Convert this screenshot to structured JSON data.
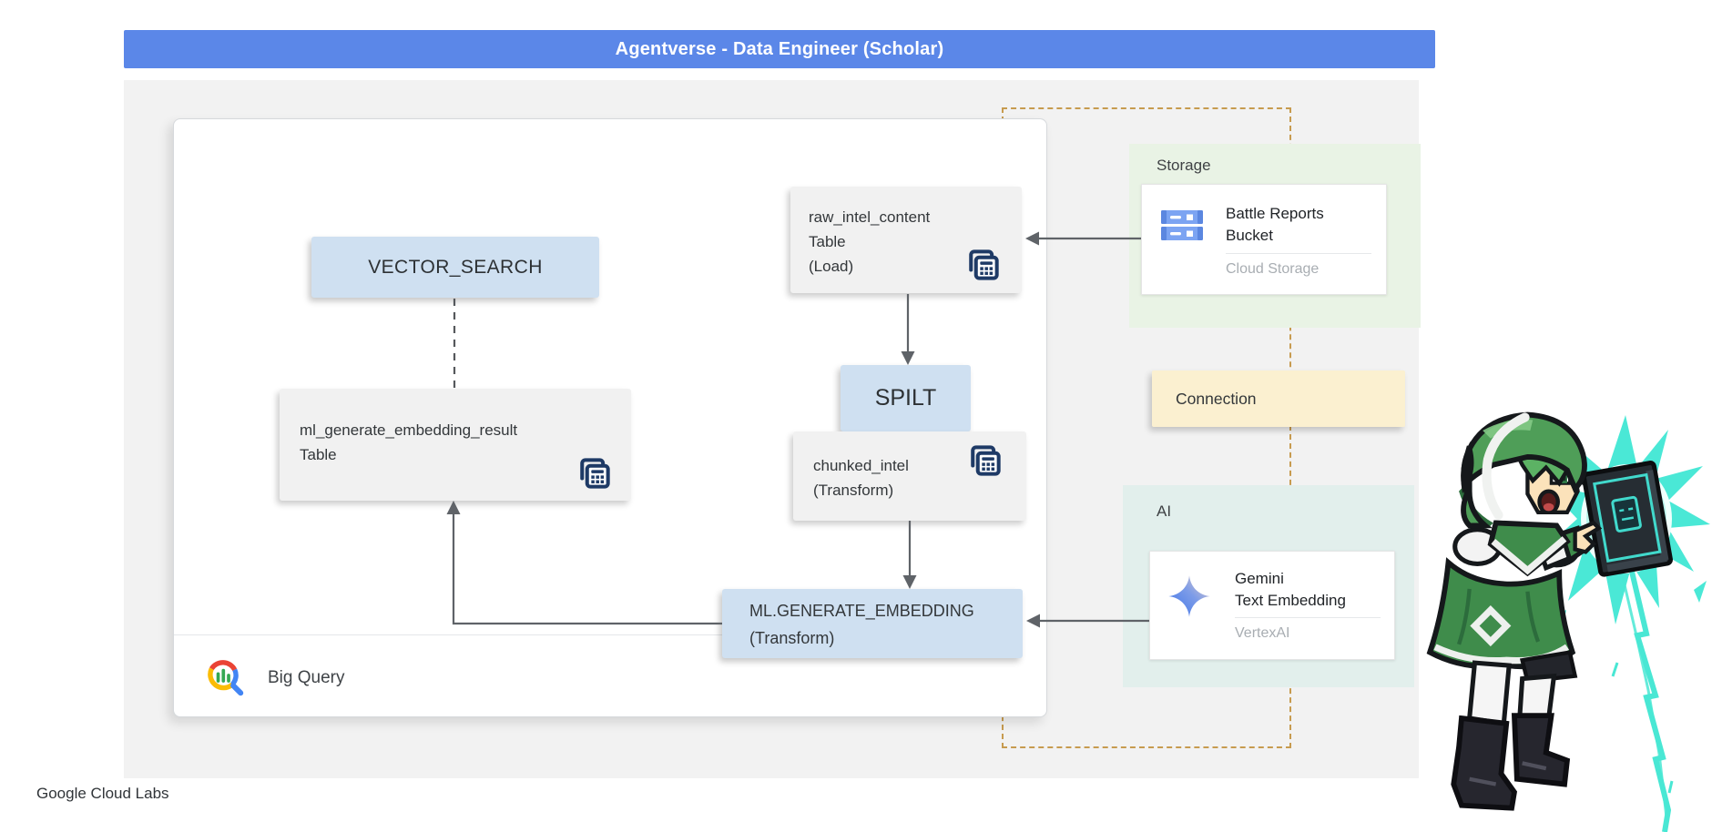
{
  "header": {
    "title": "Agentverse - Data Engineer (Scholar)"
  },
  "brand": {
    "label": "Google Cloud Labs"
  },
  "bigquery": {
    "product_label": "Big Query",
    "nodes": {
      "vector_search": {
        "label": "VECTOR_SEARCH"
      },
      "ml_result": {
        "line1": "ml_generate_embedding_result",
        "line2": "Table"
      },
      "raw_intel": {
        "line1": "raw_intel_content",
        "line2": "Table",
        "line3": "(Load)"
      },
      "spilt": {
        "label": "SPILT"
      },
      "chunked_intel": {
        "line1": "chunked_intel",
        "line2": "(Transform)"
      },
      "ml_generate_embedding": {
        "line1": "ML.GENERATE_EMBEDDING",
        "line2": "(Transform)"
      }
    }
  },
  "gcp": {
    "storage": {
      "section_label": "Storage",
      "title_line1": "Battle Reports",
      "title_line2": "Bucket",
      "subtitle": "Cloud Storage"
    },
    "connection": {
      "label": "Connection"
    },
    "ai": {
      "section_label": "AI",
      "title_line1": "Gemini",
      "title_line2": "Text Embedding",
      "subtitle": "VertexAI"
    }
  },
  "icons": {
    "table": "table-icon",
    "cloud_storage": "cloud-storage-icon",
    "gemini": "gemini-spark-icon",
    "bigquery": "bigquery-logo",
    "character": "scholar-mage-sprite"
  },
  "colors": {
    "header_bg": "#5b87e8",
    "panel_bg": "#f2f2f2",
    "process_node_fill": "#cfe0f1",
    "table_node_fill": "#f1f1f1",
    "table_icon": "#1e3a66",
    "boundary_dash": "#c79b4f",
    "storage_section_bg": "#e9f3e5",
    "connection_fill": "#fbf0d0",
    "ai_section_bg": "#e2efec",
    "arrow": "#5f6368",
    "spell_energy": "#4ae8d6"
  }
}
